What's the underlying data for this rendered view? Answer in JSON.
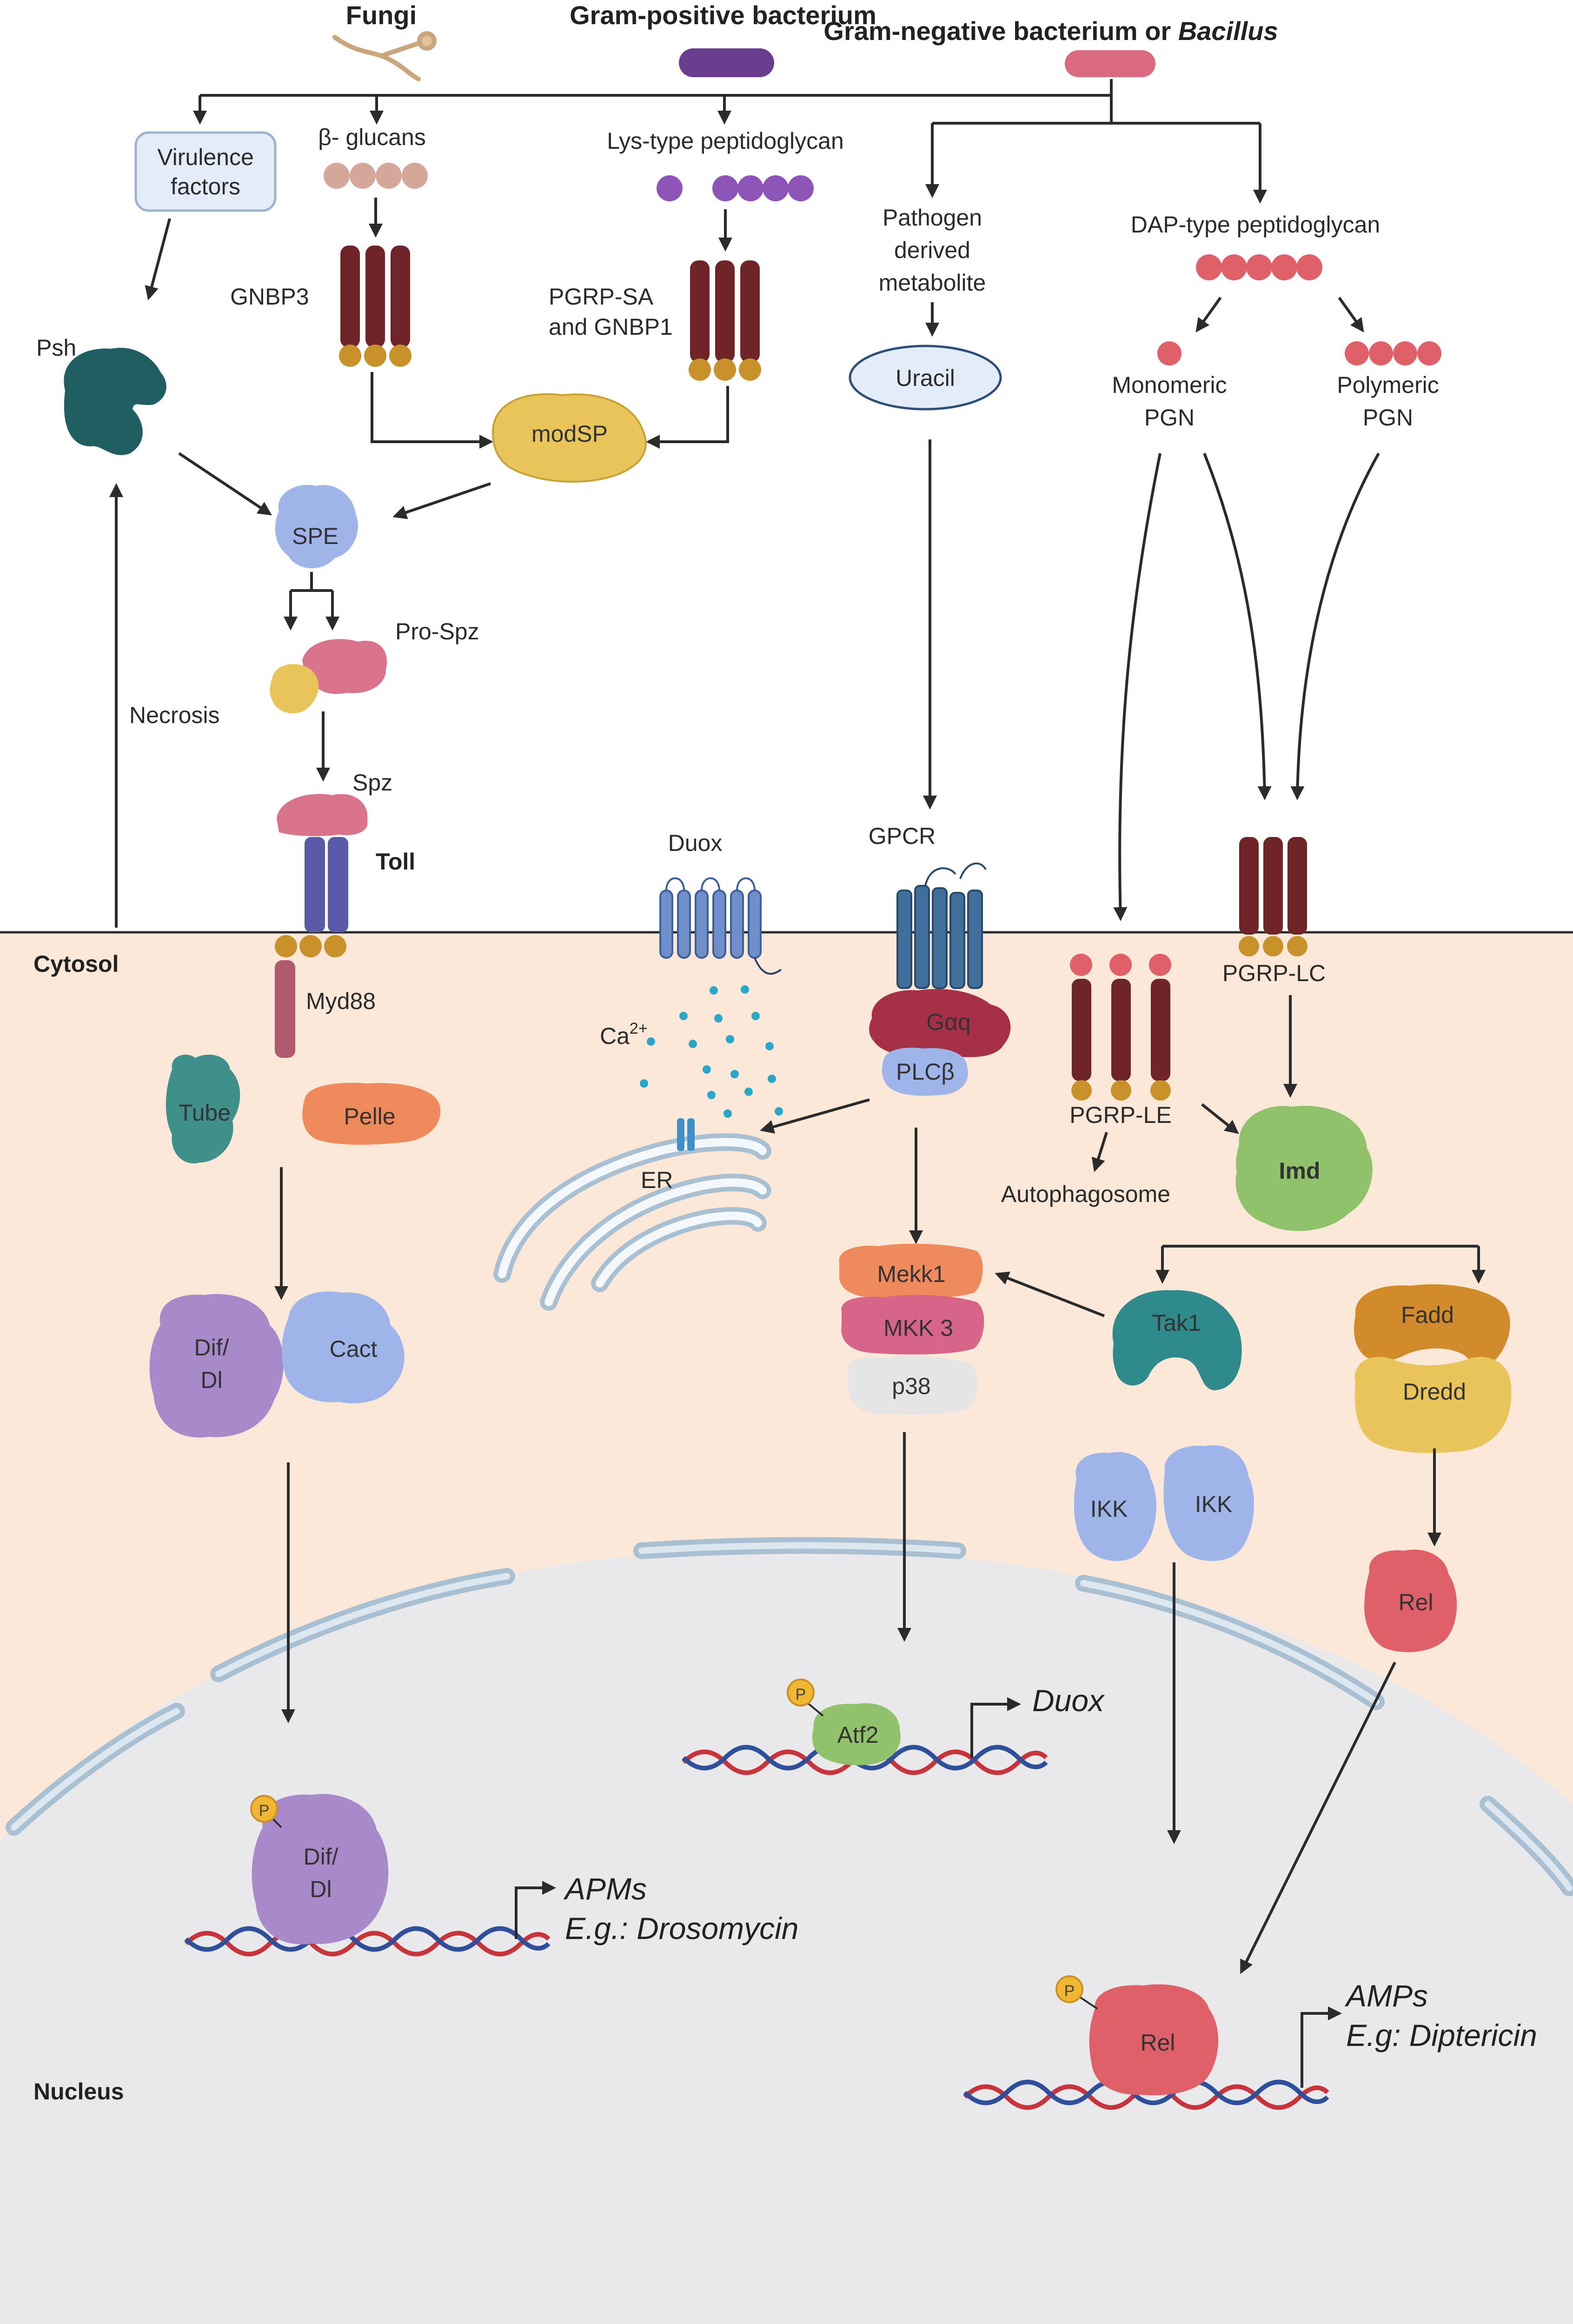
{
  "sources": {
    "fungi": "Fungi",
    "gram_pos": "Gram-positive bacterium",
    "gram_neg_prefix": "Gram-negative bacterium or ",
    "gram_neg_italic": "Bacillus"
  },
  "labels": {
    "virulence_1": "Virulence",
    "virulence_2": "factors",
    "beta_glucans": "β- glucans",
    "lys_pgn": "Lys-type peptidoglycan",
    "pathogen_1": "Pathogen",
    "pathogen_2": "derived",
    "pathogen_3": "metabolite",
    "dap_pgn": "DAP-type peptidoglycan",
    "gnbp3": "GNBP3",
    "pgrp_sa_1": "PGRP-SA",
    "pgrp_sa_2": "and GNBP1",
    "uracil": "Uracil",
    "monomeric_1": "Monomeric",
    "monomeric_2": "PGN",
    "polymeric_1": "Polymeric",
    "polymeric_2": "PGN",
    "psh": "Psh",
    "modsp": "modSP",
    "spe": "SPE",
    "pro_spz": "Pro-Spz",
    "necrosis": "Necrosis",
    "spz": "Spz",
    "toll": "Toll",
    "duox_receptor": "Duox",
    "gpcr": "GPCR",
    "cytosol": "Cytosol",
    "myd88": "Myd88",
    "ca": "Ca",
    "ca_sup": "2+",
    "galpha": "Gαq",
    "plcb": "PLCβ",
    "pgrp_le": "PGRP-LE",
    "pgrp_lc": "PGRP-LC",
    "autophagosome": "Autophagosome",
    "imd": "Imd",
    "tube": "Tube",
    "pelle": "Pelle",
    "er": "ER",
    "mekk1": "Mekk1",
    "mkk3": "MKK 3",
    "p38": "p38",
    "tak1": "Tak1",
    "fadd": "Fadd",
    "dredd": "Dredd",
    "dif_1": "Dif/",
    "dif_2": "Dl",
    "cact": "Cact",
    "ikk_1": "IKK",
    "ikk_2": "IKK",
    "rel_cyto": "Rel",
    "atf2": "Atf2",
    "duox_gene": "Duox",
    "dif_nuc_1": "Dif/",
    "dif_nuc_2": "Dl",
    "apms": "APMs",
    "drosomycin": "E.g.: Drosomycin",
    "rel_nuc": "Rel",
    "amps": "AMPs",
    "diptericin": "E.g: Diptericin",
    "nucleus": "Nucleus",
    "phospho": "P"
  },
  "colors": {
    "cytosol_bg": "#fbe8d8",
    "nucleus_bg": "#e9e9ec",
    "membrane": "#a9bfd2",
    "receptor_dark": "#6f2527",
    "receptor_bead": "#c8912a",
    "spe_blue": "#9fb4e8",
    "modsp_yellow": "#e8c45a",
    "psh_teal": "#1f5f62",
    "spz_pink": "#d9748c",
    "toll_purple": "#5a5aa8",
    "gram_pos": "#6b3d8e",
    "gram_neg": "#d96a80",
    "dna_red": "#c8343c",
    "dna_blue": "#2f4f9a"
  }
}
